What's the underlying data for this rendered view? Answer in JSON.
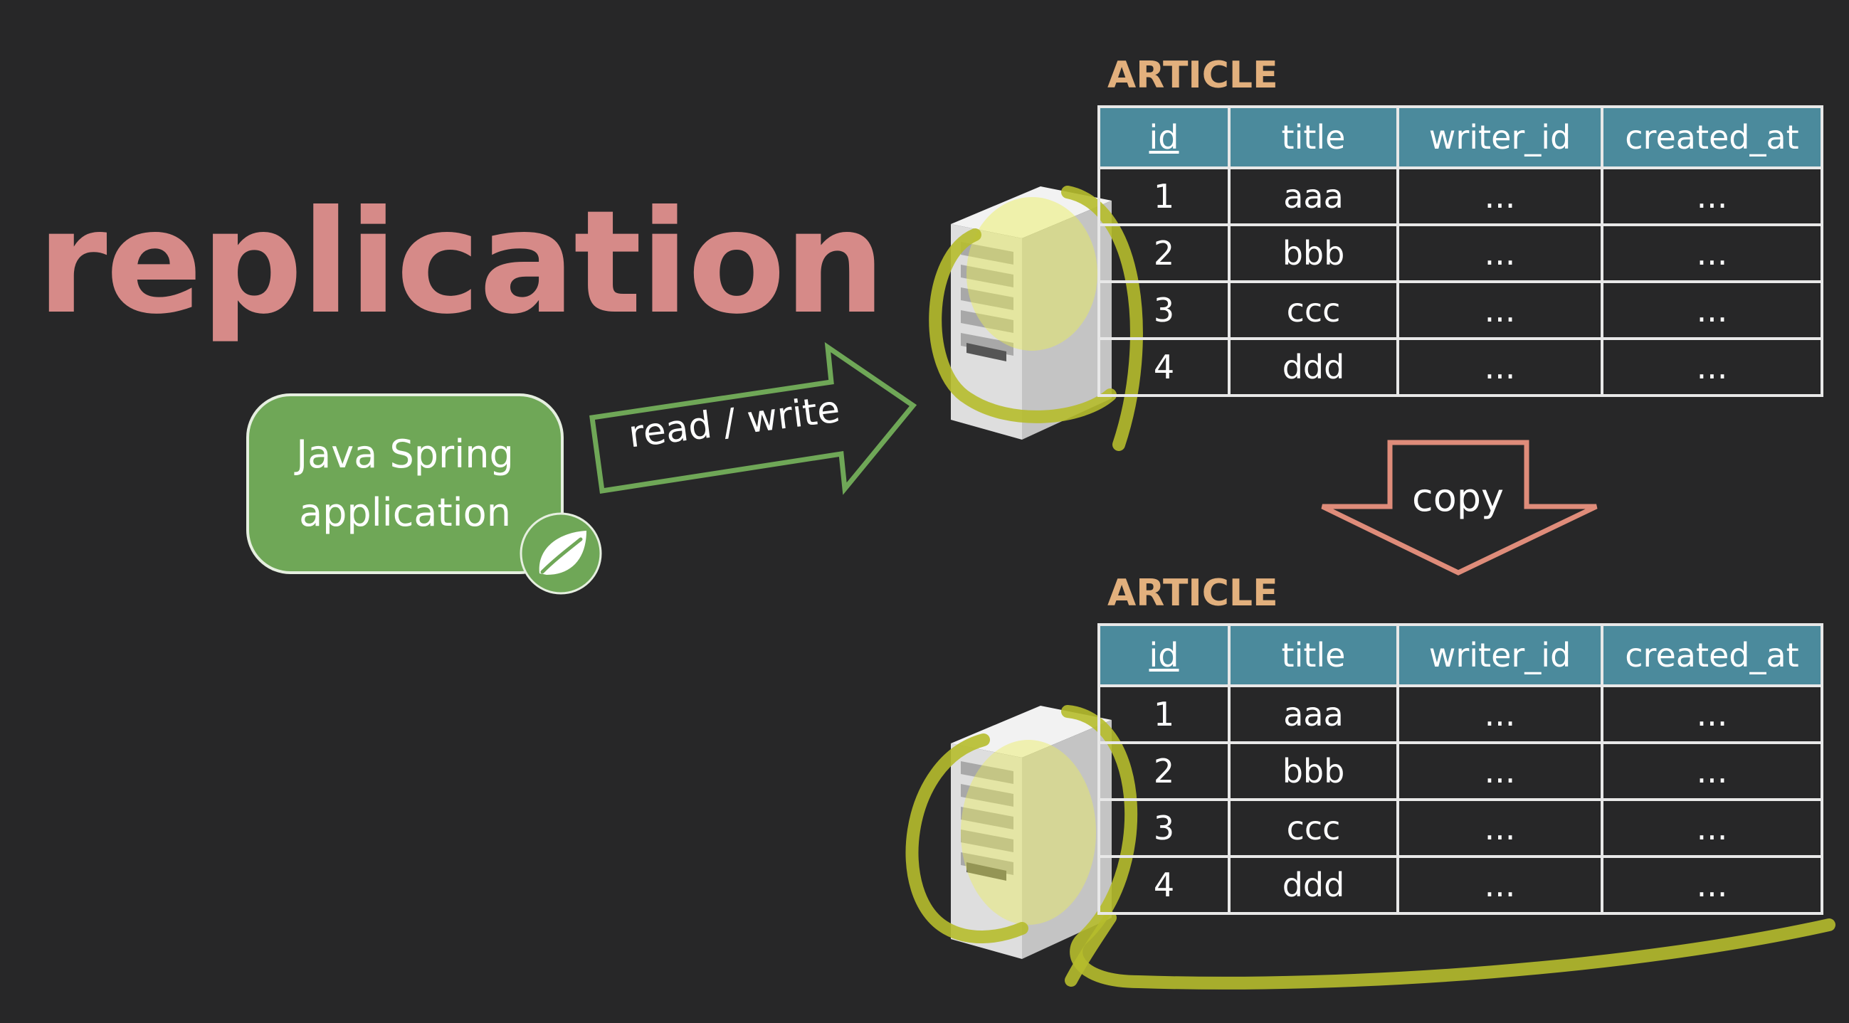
{
  "title": "replication",
  "app": {
    "line1": "Java Spring",
    "line2": "application",
    "icon": "spring-leaf-icon"
  },
  "arrow_label": "read / write",
  "copy_label": "copy",
  "tables": [
    {
      "name": "ARTICLE",
      "columns": [
        "id",
        "title",
        "writer_id",
        "created_at"
      ],
      "rows": [
        [
          "1",
          "aaa",
          "...",
          "..."
        ],
        [
          "2",
          "bbb",
          "...",
          "..."
        ],
        [
          "3",
          "ccc",
          "...",
          "..."
        ],
        [
          "4",
          "ddd",
          "...",
          "..."
        ]
      ]
    },
    {
      "name": "ARTICLE",
      "columns": [
        "id",
        "title",
        "writer_id",
        "created_at"
      ],
      "rows": [
        [
          "1",
          "aaa",
          "...",
          "..."
        ],
        [
          "2",
          "bbb",
          "...",
          "..."
        ],
        [
          "3",
          "ccc",
          "...",
          "..."
        ],
        [
          "4",
          "ddd",
          "...",
          "..."
        ]
      ]
    }
  ],
  "colors": {
    "background": "#272728",
    "title": "#d68a88",
    "app_box": "#6fa757",
    "arrow_green": "#6fa757",
    "copy_arrow": "#df8c7a",
    "table_header": "#4b8a9c",
    "table_name": "#e2b07d",
    "highlight": "#c9cf3a"
  }
}
